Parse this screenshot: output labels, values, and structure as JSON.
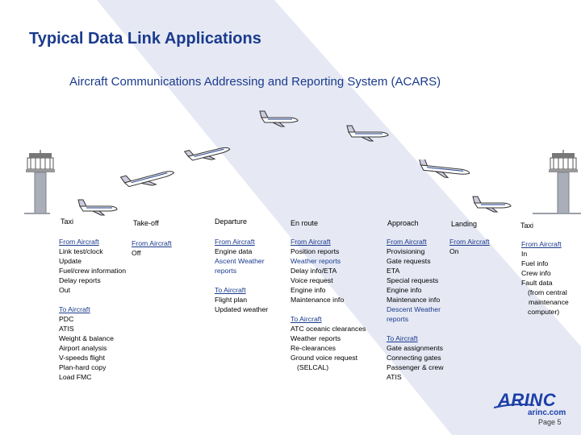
{
  "title": "Typical Data Link Applications",
  "subtitle": "Aircraft Communications Addressing and Reporting System (ACARS)",
  "phases": {
    "taxi_out": "Taxi",
    "takeoff": "Take-off",
    "departure": "Departure",
    "enroute": "En route",
    "approach": "Approach",
    "landing": "Landing",
    "taxi_in": "Taxi"
  },
  "taxi_out_col": {
    "from_heading": "From Aircraft",
    "from_items": [
      "Link test/clock",
      "Update",
      "Fuel/crew information",
      "Delay reports",
      "Out"
    ],
    "to_heading": "To Aircraft",
    "to_items": [
      "PDC",
      "ATIS",
      "Weight & balance",
      "Airport analysis",
      "V-speeds flight",
      "Plan-hard copy",
      "Load FMC"
    ]
  },
  "takeoff_col": {
    "from_heading": "From Aircraft",
    "from_items": [
      "Off"
    ]
  },
  "departure_col": {
    "from_heading": "From Aircraft",
    "from_items": [
      "Engine data"
    ],
    "from_highlight": [
      "Ascent Weather",
      "reports"
    ],
    "to_heading": "To Aircraft",
    "to_items": [
      "Flight plan",
      "Updated weather"
    ]
  },
  "enroute_col": {
    "from_heading": "From Aircraft",
    "from_items_1": [
      "Position reports"
    ],
    "from_highlight": [
      "Weather reports"
    ],
    "from_items_2": [
      "Delay info/ETA",
      "Voice request",
      "Engine info",
      "Maintenance info"
    ],
    "to_heading": "To Aircraft",
    "to_items": [
      "ATC oceanic clearances",
      "Weather reports",
      "Re-clearances",
      "Ground voice request",
      "(SELCAL)"
    ]
  },
  "approach_col": {
    "from_heading": "From Aircraft",
    "from_items": [
      "Provisioning",
      "Gate requests",
      "ETA",
      "Special requests",
      "Engine info",
      "Maintenance info"
    ],
    "from_highlight": [
      "Descent Weather",
      "reports"
    ],
    "to_heading": "To Aircraft",
    "to_items": [
      "Gate assignments",
      "Connecting gates",
      "Passenger & crew",
      "ATIS"
    ]
  },
  "landing_col": {
    "from_heading": "From Aircraft",
    "from_items": [
      "On"
    ]
  },
  "taxi_in_col": {
    "from_heading": "From Aircraft",
    "from_items": [
      "In",
      "Fuel info",
      "Crew info",
      "Fault data",
      "(from central",
      "maintenance",
      "computer)"
    ]
  },
  "logo": {
    "name": "ARINC",
    "url": "arinc.com"
  },
  "page_label": "Page 5",
  "colors": {
    "title": "#1a3a8c",
    "band": "#e6e9f4",
    "logo": "#1c3fa8"
  }
}
